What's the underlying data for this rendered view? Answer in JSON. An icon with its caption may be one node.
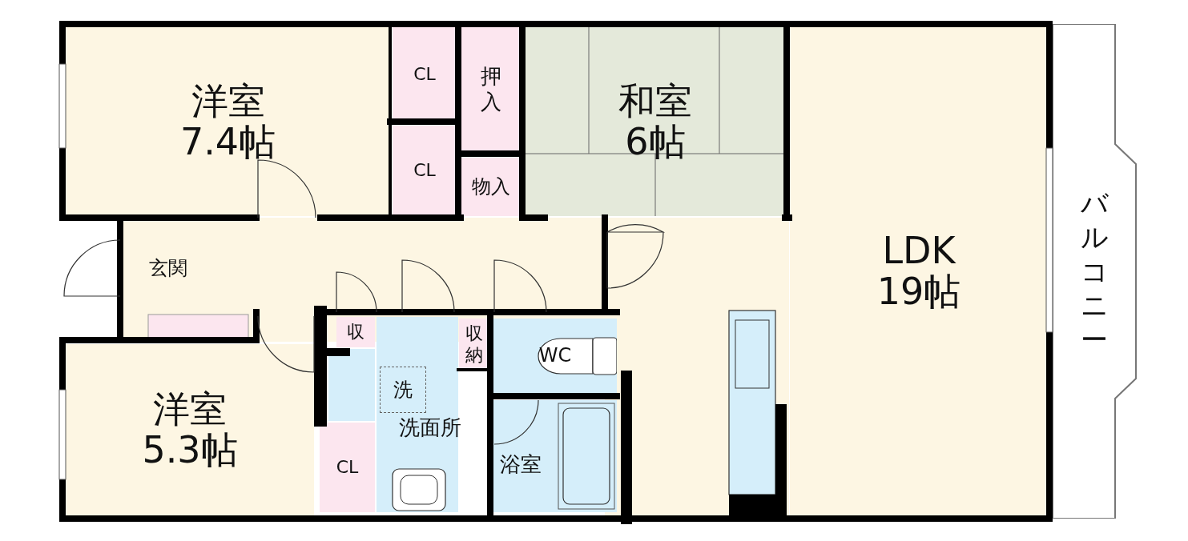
{
  "diagram": {
    "nodes": [
      {
        "text": [
          "洋室",
          "7.4帖"
        ]
      },
      {
        "text": [
          "CL"
        ]
      },
      {
        "text": [
          "CL"
        ]
      },
      {
        "text": [
          "押入"
        ]
      },
      {
        "text": [
          "物入"
        ]
      },
      {
        "text": [
          "和室",
          "6帖"
        ]
      },
      {
        "text": [
          "LDK",
          "19帖"
        ]
      },
      {
        "text": [
          "バルコニー"
        ]
      },
      {
        "text": [
          "玄関"
        ]
      },
      {
        "text": [
          "収"
        ]
      },
      {
        "text": [
          "収納"
        ]
      },
      {
        "text": [
          "WC"
        ]
      },
      {
        "text": [
          "洗面所"
        ]
      },
      {
        "text": [
          "洗"
        ],
        "in": 12
      },
      {
        "text": [
          "浴室"
        ]
      },
      {
        "text": [
          "洋室",
          "5.3帖"
        ]
      },
      {
        "text": [
          "CL"
        ]
      }
    ],
    "edges": []
  }
}
